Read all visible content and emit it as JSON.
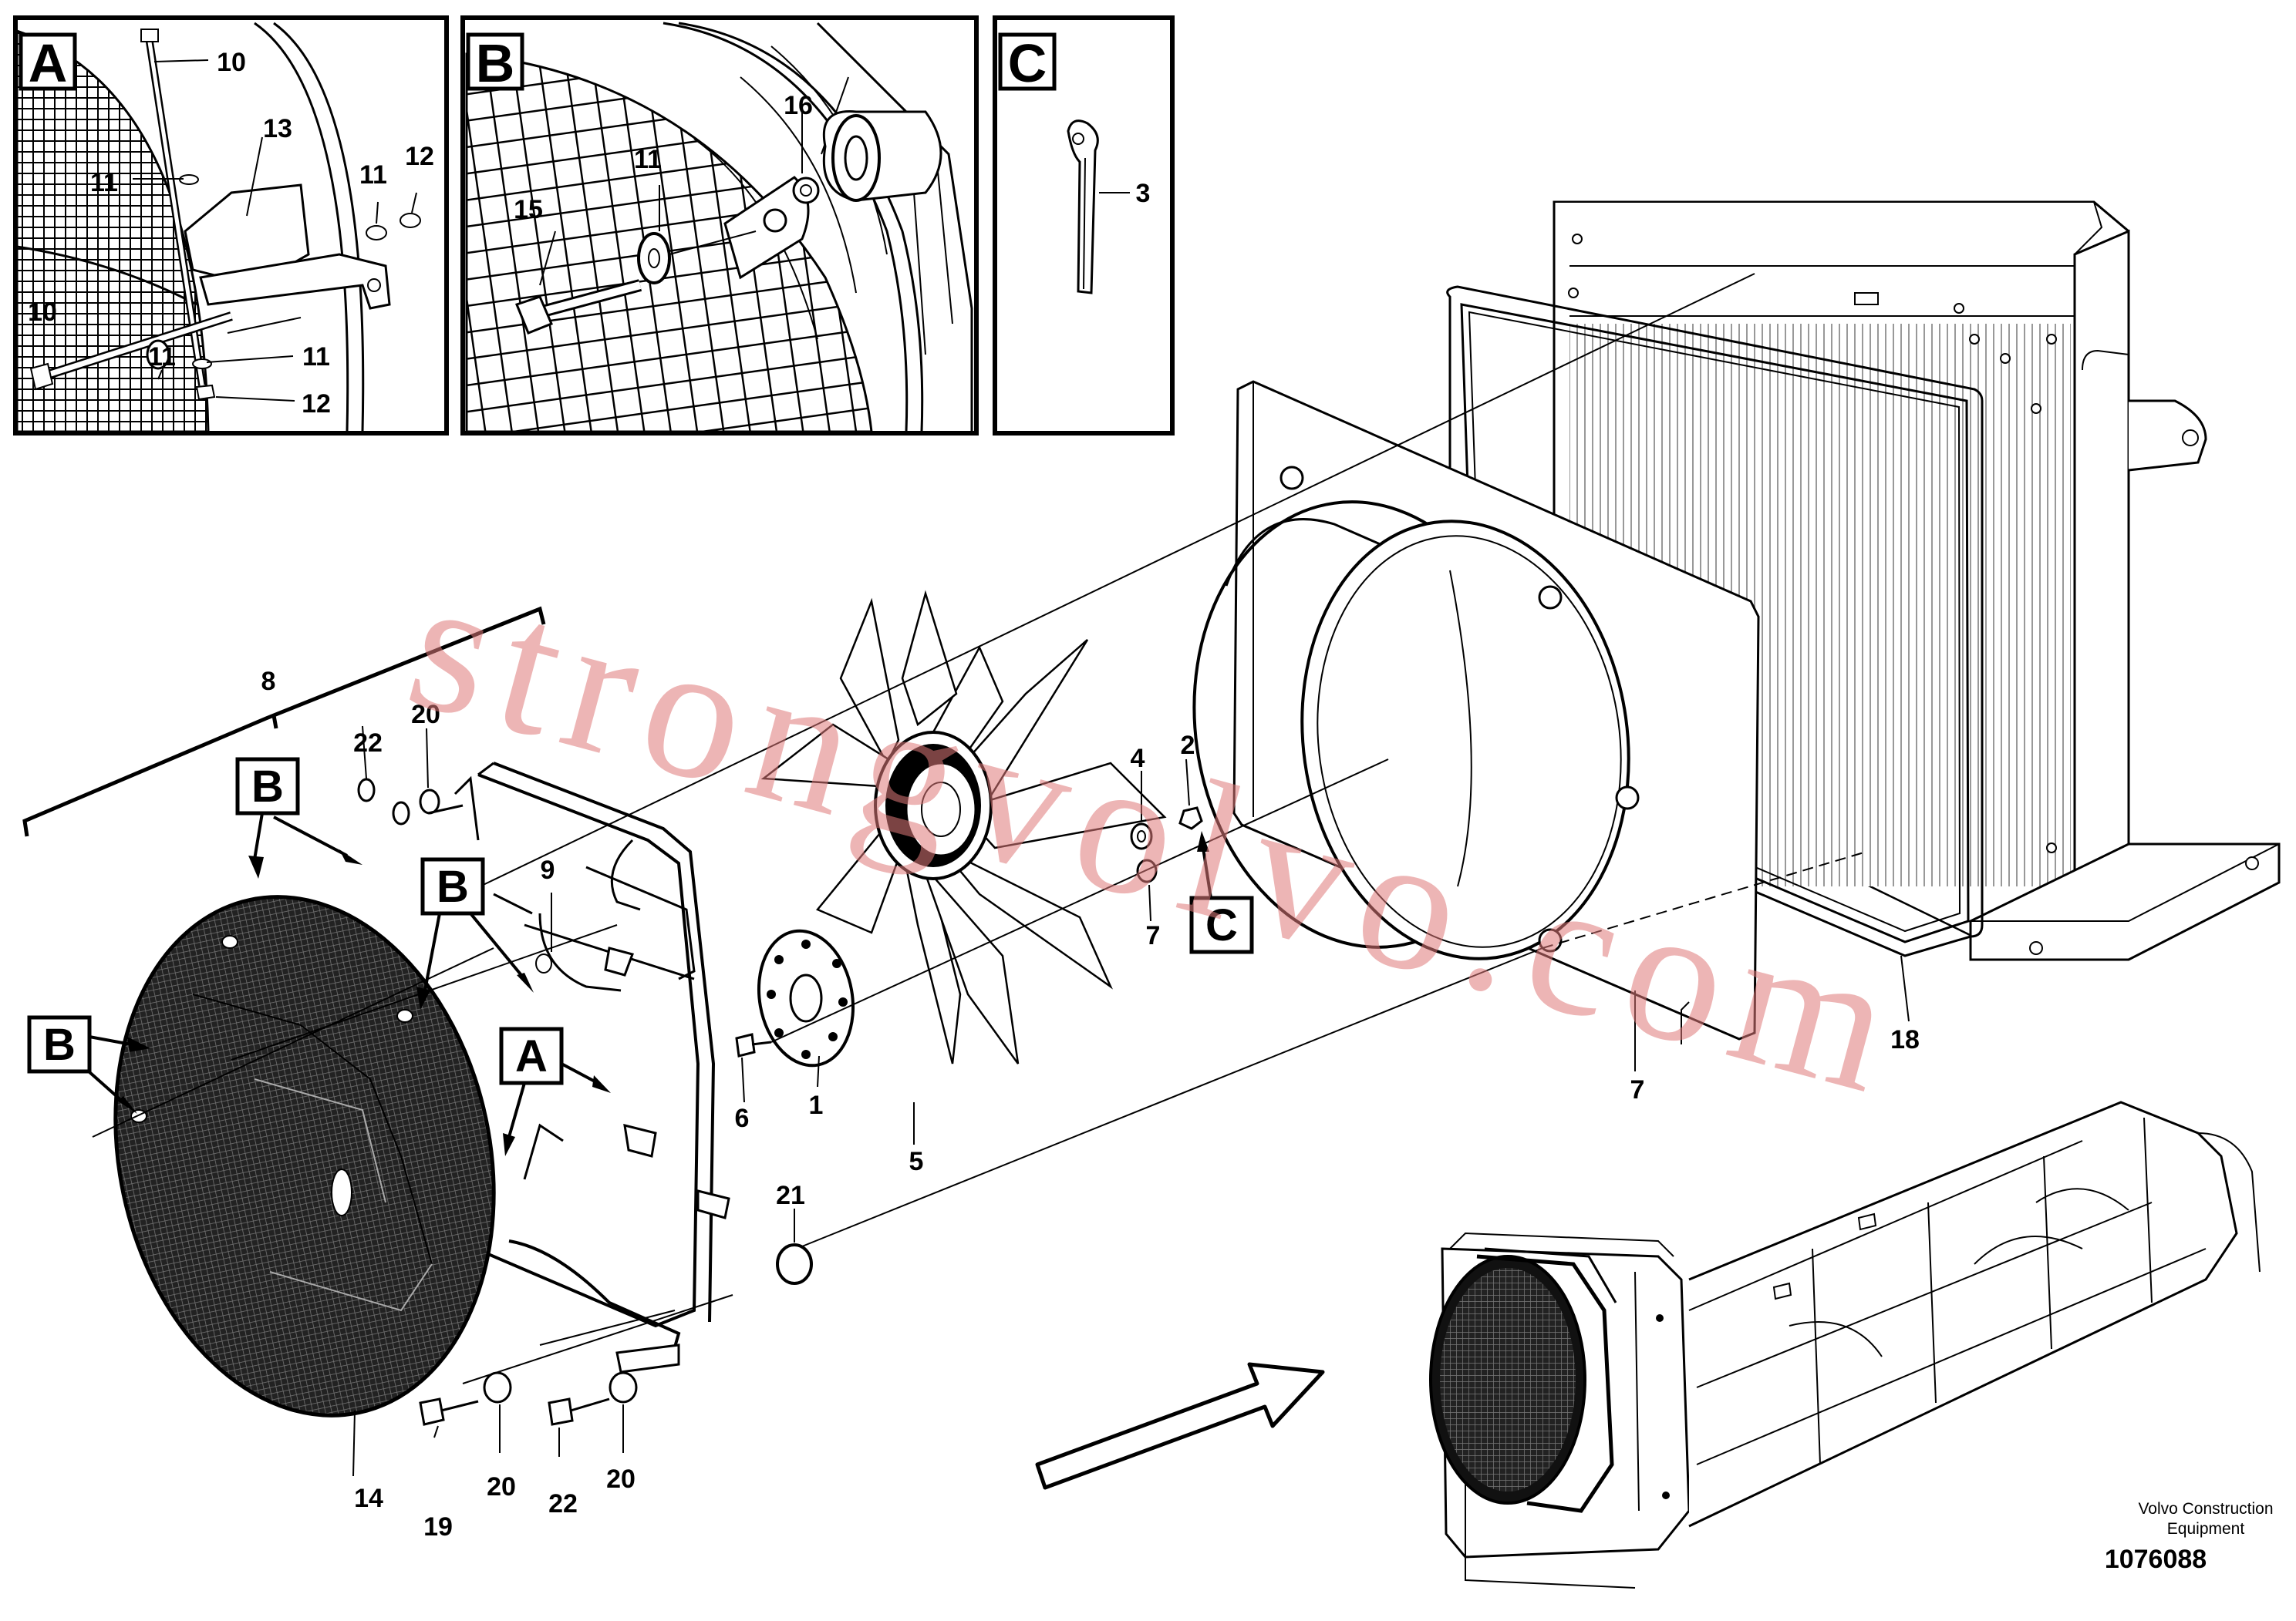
{
  "insets": {
    "a": "A",
    "b": "B",
    "c": "C"
  },
  "callouts": {
    "b1": "B",
    "b2": "B",
    "b3": "B",
    "a1": "A",
    "c1": "C"
  },
  "part_numbers": {
    "p10a": "10",
    "p13": "13",
    "p11a": "11",
    "p11b": "11",
    "p12a": "12",
    "p10b": "10",
    "p11c": "11",
    "p11d": "11",
    "p12b": "12",
    "p16": "16",
    "p11e": "11",
    "p15": "15",
    "p3": "3",
    "p8": "8",
    "p22a": "22",
    "p20a": "20",
    "p9": "9",
    "p4": "4",
    "p2": "2",
    "p7a": "7",
    "p6": "6",
    "p1": "1",
    "p5": "5",
    "p7b": "7",
    "p18": "18",
    "p21": "21",
    "p14": "14",
    "p19": "19",
    "p20b": "20",
    "p22b": "22",
    "p20c": "20"
  },
  "watermark": "strongvolvo.com",
  "footer": {
    "credit_line1": "Volvo Construction",
    "credit_line2": "Equipment",
    "doc_number": "1076088"
  }
}
